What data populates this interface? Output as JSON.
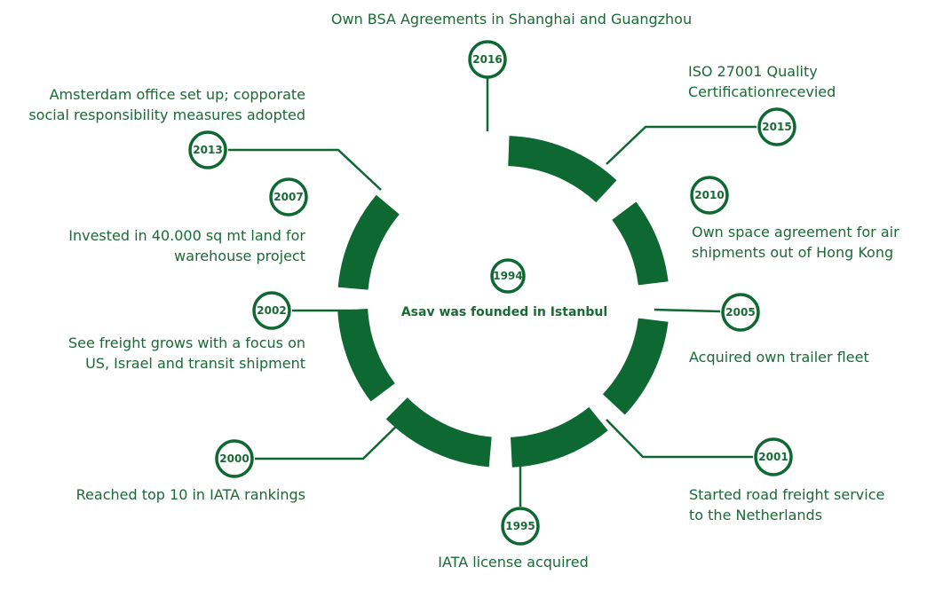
{
  "center": {
    "year": "1994",
    "label": "Asav was founded in Istanbul"
  },
  "milestones": [
    {
      "id": "2016",
      "year": "2016",
      "lines": [
        "Own BSA Agreements in Shanghai and Guangzhou"
      ]
    },
    {
      "id": "2015",
      "year": "2015",
      "lines": [
        "ISO 27001 Quality",
        "Certificationrecevied"
      ]
    },
    {
      "id": "2010",
      "year": "2010",
      "lines": [
        "Own space agreement for air",
        "shipments out of Hong Kong"
      ]
    },
    {
      "id": "2005",
      "year": "2005",
      "lines": [
        "Acquired own trailer fleet"
      ]
    },
    {
      "id": "2001",
      "year": "2001",
      "lines": [
        "Started road freight service",
        "to the Netherlands"
      ]
    },
    {
      "id": "1995",
      "year": "1995",
      "lines": [
        "IATA license acquired"
      ]
    },
    {
      "id": "2000",
      "year": "2000",
      "lines": [
        "Reached top 10 in IATA rankings"
      ]
    },
    {
      "id": "2002",
      "year": "2002",
      "lines": [
        "See freight grows with a focus on",
        "US, Israel and transit shipment"
      ]
    },
    {
      "id": "2007",
      "year": "2007",
      "lines": [
        "Invested in 40.000 sq mt land for",
        "warehouse project"
      ]
    },
    {
      "id": "2013",
      "year": "2013",
      "lines": [
        "Amsterdam office set up; copporate",
        "social responsibility measures adopted"
      ]
    }
  ],
  "colors": {
    "primary": "#0e6832",
    "text": "#1a6a35",
    "background": "#ffffff"
  }
}
